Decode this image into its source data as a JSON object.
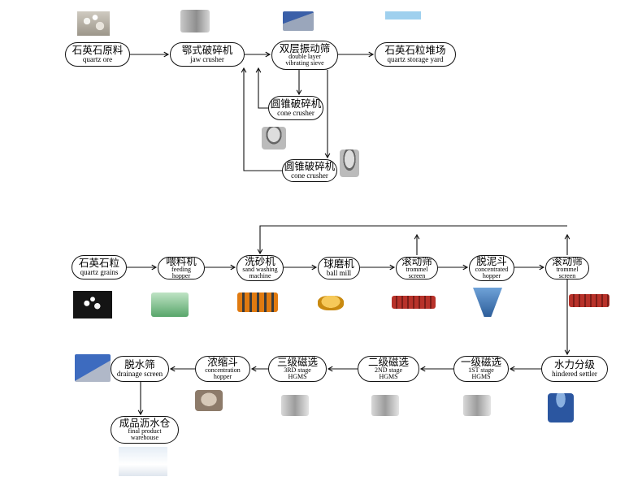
{
  "nodes": {
    "quartz_ore": {
      "zh": "石英石原料",
      "en": [
        "quartz ore"
      ]
    },
    "jaw_crusher": {
      "zh": "鄂式破碎机",
      "en": [
        "jaw crusher"
      ]
    },
    "double_sieve": {
      "zh": "双层振动筛",
      "en": [
        "double layer",
        "vibrating sieve"
      ]
    },
    "storage_yard": {
      "zh": "石英石粒堆场",
      "en": [
        "quartz storage yard"
      ]
    },
    "cone_crusher_1": {
      "zh": "圆锥破碎机",
      "en": [
        "cone crusher"
      ]
    },
    "cone_crusher_2": {
      "zh": "圆锥破碎机",
      "en": [
        "cone crusher"
      ]
    },
    "quartz_grains": {
      "zh": "石英石粒",
      "en": [
        "quartz grains"
      ]
    },
    "feeding_hopper": {
      "zh": "喂料机",
      "en": [
        "feeding",
        "hopper"
      ]
    },
    "sand_washing": {
      "zh": "洗砂机",
      "en": [
        "sand washing",
        "machine"
      ]
    },
    "ball_mill": {
      "zh": "球磨机",
      "en": [
        "ball mill"
      ]
    },
    "trommel_1": {
      "zh": "滚动筛",
      "en": [
        "trommel",
        "screen"
      ]
    },
    "conc_hopper_deslime": {
      "zh": "脱泥斗",
      "en": [
        "concentrated",
        "hopper"
      ]
    },
    "trommel_2": {
      "zh": "滚动筛",
      "en": [
        "trommel",
        "screen"
      ]
    },
    "hindered_settler": {
      "zh": "水力分级",
      "en": [
        "hindered settler"
      ]
    },
    "hgms_1": {
      "zh": "一级磁选",
      "en": [
        "1ST stage",
        "HGMS"
      ]
    },
    "hgms_2": {
      "zh": "二级磁选",
      "en": [
        "2ND stage",
        "HGMS"
      ]
    },
    "hgms_3": {
      "zh": "三级磁选",
      "en": [
        "3RD stage",
        "HGMS"
      ]
    },
    "concentration_hopper": {
      "zh": "浓缩斗",
      "en": [
        "concentration",
        "hopper"
      ]
    },
    "drainage_screen": {
      "zh": "脱水筛",
      "en": [
        "drainage screen"
      ]
    },
    "final_warehouse": {
      "zh": "成品沥水仓",
      "en": [
        "final product",
        "warehouse"
      ]
    }
  },
  "equipment_images": [
    "quartz-ore-photo",
    "jaw-crusher-photo",
    "vibrating-sieve-photo",
    "storage-yard-photo",
    "cone-crusher-photo",
    "cone-crusher-photo",
    "quartz-grains-photo",
    "feeding-hopper-photo",
    "sand-washing-machine-photo",
    "ball-mill-photo",
    "trommel-screen-photo",
    "concentrated-hopper-photo",
    "trommel-screen-photo",
    "hindered-settler-photo",
    "hgms-photo",
    "hgms-photo",
    "hgms-photo",
    "concentration-hopper-photo",
    "drainage-screen-photo",
    "warehouse-photo"
  ],
  "colors": {
    "line": "#111111",
    "node_border": "#111111",
    "background": "#ffffff"
  }
}
